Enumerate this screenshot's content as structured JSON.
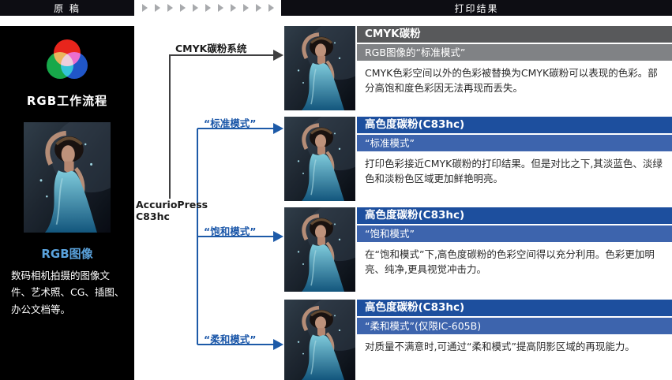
{
  "colors": {
    "topbar_bg": "#0d0d13",
    "panel_bg": "#000000",
    "gray_header": "#58595b",
    "gray_sub": "#808285",
    "blue_header": "#1d4f9e",
    "blue_sub": "#3d64ad",
    "line_dark": "#404041",
    "line_blue": "#1d5aa8",
    "label_blue": "#1a56a8",
    "rgb_image_label": "#5aa2dc"
  },
  "header": {
    "left_title": "原 稿",
    "right_title": "打印结果"
  },
  "sidebar": {
    "workflow_label": "RGB工作流程",
    "image_label": "RGB图像",
    "description": "数码相机拍摄的图像文件、艺术照、CG、插图、办公文档等。"
  },
  "flow": {
    "cmyk_system_label": "CMYK碳粉系统",
    "device_line1": "AccurioPress",
    "device_line2": "C83hc",
    "branch_standard": "“标准模式”",
    "branch_saturation": "“饱和模式”",
    "branch_soft": "“柔和模式”"
  },
  "rows": [
    {
      "header": "CMYK碳粉",
      "subheader": "RGB图像的“标准模式”",
      "body": "CMYK色彩空间以外的色彩被替换为CMYK碳粉可以表现的色彩。部分高饱和度色彩因无法再现而丢失。"
    },
    {
      "header": "高色度碳粉(C83hc)",
      "subheader": "“标准模式”",
      "body": "打印色彩接近CMYK碳粉的打印结果。但是对比之下,其淡蓝色、淡绿色和淡粉色区域更加鲜艳明亮。"
    },
    {
      "header": "高色度碳粉(C83hc)",
      "subheader": "“饱和模式”",
      "body": "在“饱和模式”下,高色度碳粉的色彩空间得以充分利用。色彩更加明亮、纯净,更具视觉冲击力。"
    },
    {
      "header": "高色度碳粉(C83hc)",
      "subheader": "“柔和模式”(仅限IC-605B)",
      "body": "对质量不满意时,可通过“柔和模式”提高阴影区域的再现能力。"
    }
  ]
}
